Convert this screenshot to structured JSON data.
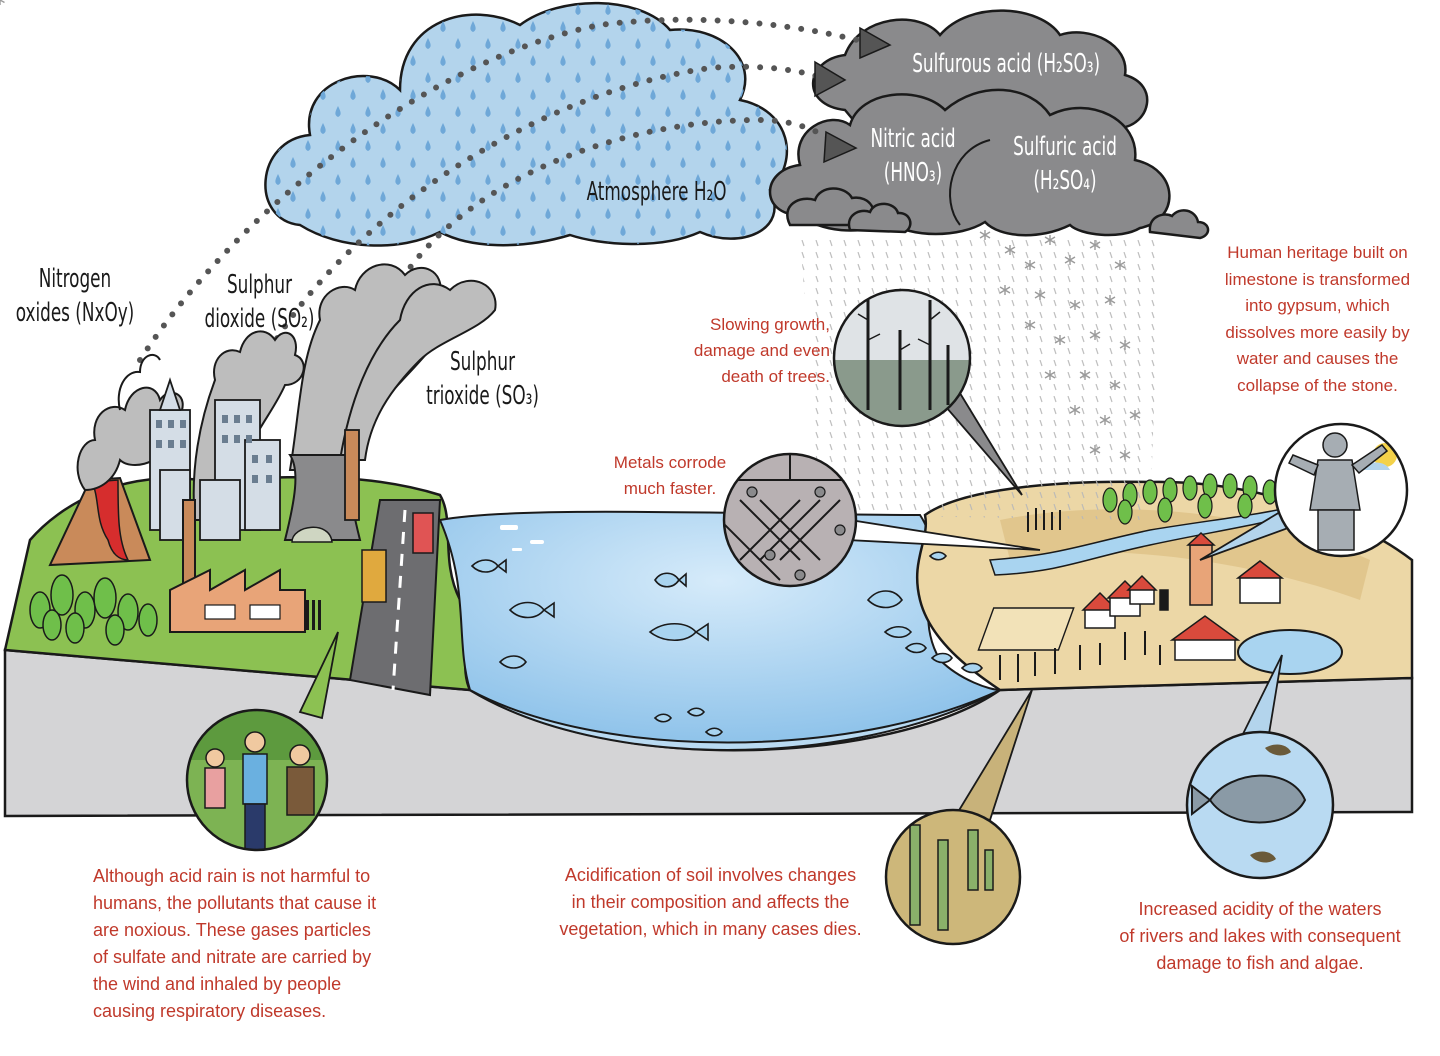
{
  "labels": {
    "sulfurous_acid": "Sulfurous acid (H₂SO₃)",
    "nitric_acid": [
      "Nitric acid",
      "(HNO₃)"
    ],
    "sulfuric_acid": [
      "Sulfuric acid",
      "(H₂SO₄)"
    ],
    "atmosphere": "Atmosphere  H₂O",
    "nitrogen_oxides": [
      "Nitrogen",
      "oxides (NxOy)"
    ],
    "sulphur_dioxide": [
      "Sulphur",
      "dioxide (SO₂)"
    ],
    "sulphur_trioxide": [
      "Sulphur",
      "trioxide (SO₃)"
    ]
  },
  "captions": {
    "trees": [
      "Slowing growth,",
      "damage and even",
      "death of trees."
    ],
    "metals": [
      "Metals corrode",
      "much faster."
    ],
    "heritage": [
      "Human heritage built on",
      "limestone is transformed",
      "into gypsum, which",
      "dissolves more easily by",
      "water and causes the",
      "collapse of the stone."
    ],
    "humans": [
      "Although acid rain is not harmful to",
      "humans, the pollutants that cause it",
      "are noxious. These gases particles",
      "of sulfate and nitrate are carried by",
      "the wind and inhaled by people",
      "causing respiratory diseases."
    ],
    "soil": [
      "Acidification of soil involves changes",
      "in their composition and affects the",
      "vegetation, which in many cases dies."
    ],
    "water": [
      "Increased acidity of the waters",
      "of rivers and lakes with consequent",
      "damage to fish and algae."
    ]
  },
  "colors": {
    "caption_red": "#c0392b",
    "acid_cloud_gray": "#8a8a8c",
    "water_cloud_blue": "#b3d4ec",
    "lake_blue": "#a9d4f0",
    "grass_green": "#8cc152",
    "sand": "#ecd7a6",
    "block_gray": "#d4d4d6"
  }
}
